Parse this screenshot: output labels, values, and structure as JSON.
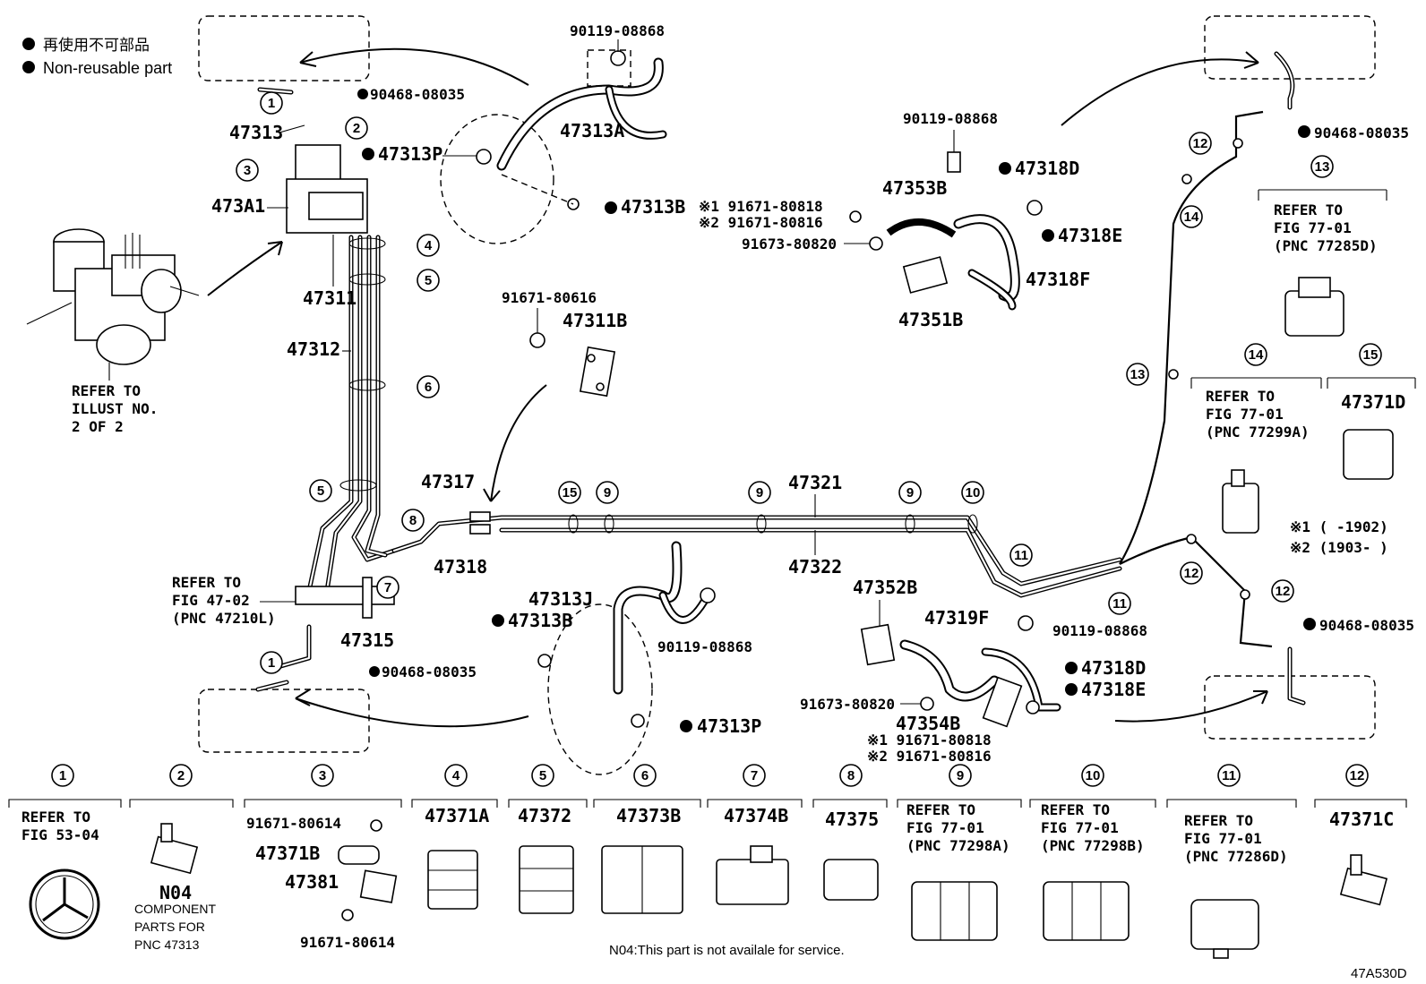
{
  "legend": {
    "jp": "再使用不可部品",
    "en": "Non-reusable part"
  },
  "left_group": {
    "p90468_top": "90468-08035",
    "p47313": "47313",
    "p473A1": "473A1",
    "p47311": "47311",
    "p47312": "47312",
    "p47315": "47315",
    "p90468_bottom": "90468-08035",
    "ref_illust": [
      "REFER TO",
      "ILLUST NO.",
      "2 OF 2"
    ],
    "ref_fig4702": [
      "REFER TO",
      "FIG 47-02",
      "(PNC 47210L)"
    ]
  },
  "hose_top": {
    "p90119": "90119-08868",
    "p47313A": "47313A",
    "p47313P": "47313P",
    "p47313B": "47313B"
  },
  "bracket_mid": {
    "p91671": "91671-80616",
    "p47311B": "47311B"
  },
  "center_tubes": {
    "p47317": "47317",
    "p47318": "47318",
    "p47321": "47321",
    "p47322": "47322"
  },
  "hose_bottom": {
    "p47313J": "47313J",
    "p47313B": "47313B",
    "p90119": "90119-08868",
    "p47313P": "47313P"
  },
  "right_upper": {
    "p90119": "90119-08868",
    "p47318D": "47318D",
    "p47353B": "47353B",
    "p91671_80818": "※1 91671-80818",
    "p91671_80816": "※2 91671-80816",
    "p91673": "91673-80820",
    "p47318E": "47318E",
    "p47318F": "47318F",
    "p47351B": "47351B",
    "p90468": "90468-08035",
    "ref13": [
      "REFER TO",
      "FIG 77-01",
      "(PNC 77285D)"
    ],
    "ref14": [
      "REFER TO",
      "FIG 77-01",
      "(PNC 77299A)"
    ],
    "p47371D": "47371D",
    "note1": "※1 (      -1902)",
    "note2": "※2 (1903-      )"
  },
  "right_lower": {
    "p47352B": "47352B",
    "p47319F": "47319F",
    "p90119": "90119-08868",
    "p47318D": "47318D",
    "p47318E": "47318E",
    "p91673": "91673-80820",
    "p47354B": "47354B",
    "p91671_80818": "※1 91671-80818",
    "p91671_80816": "※2 91671-80816",
    "p90468": "90468-08035"
  },
  "callouts": {
    "c1": "1",
    "c2": "2",
    "c3": "3",
    "c4": "4",
    "c5": "5",
    "c6": "6",
    "c7": "7",
    "c8": "8",
    "c9": "9",
    "c10": "10",
    "c11": "11",
    "c12": "12",
    "c13": "13",
    "c14": "14",
    "c15": "15"
  },
  "bottom_row": {
    "b1": {
      "num": "1",
      "ref": [
        "REFER TO",
        "FIG 53-04"
      ]
    },
    "b2": {
      "num": "2",
      "code": "N04",
      "desc": [
        "COMPONENT",
        "PARTS FOR",
        "PNC 47313"
      ]
    },
    "b3": {
      "num": "3",
      "p91671a": "91671-80614",
      "p47371B": "47371B",
      "p47381": "47381",
      "p91671b": "91671-80614"
    },
    "b4": {
      "num": "4",
      "part": "47371A"
    },
    "b5": {
      "num": "5",
      "part": "47372"
    },
    "b6": {
      "num": "6",
      "part": "47373B"
    },
    "b7": {
      "num": "7",
      "part": "47374B"
    },
    "b8": {
      "num": "8",
      "part": "47375"
    },
    "b9": {
      "num": "9",
      "ref": [
        "REFER TO",
        "FIG 77-01",
        "(PNC 77298A)"
      ]
    },
    "b10": {
      "num": "10",
      "ref": [
        "REFER TO",
        "FIG 77-01",
        "(PNC 77298B)"
      ]
    },
    "b11": {
      "num": "11",
      "ref": [
        "REFER TO",
        "FIG 77-01",
        "(PNC 77286D)"
      ]
    },
    "b12": {
      "num": "12",
      "part": "47371C"
    }
  },
  "footnote": "N04:This part is not availale for service.",
  "figure_code": "47A530D"
}
